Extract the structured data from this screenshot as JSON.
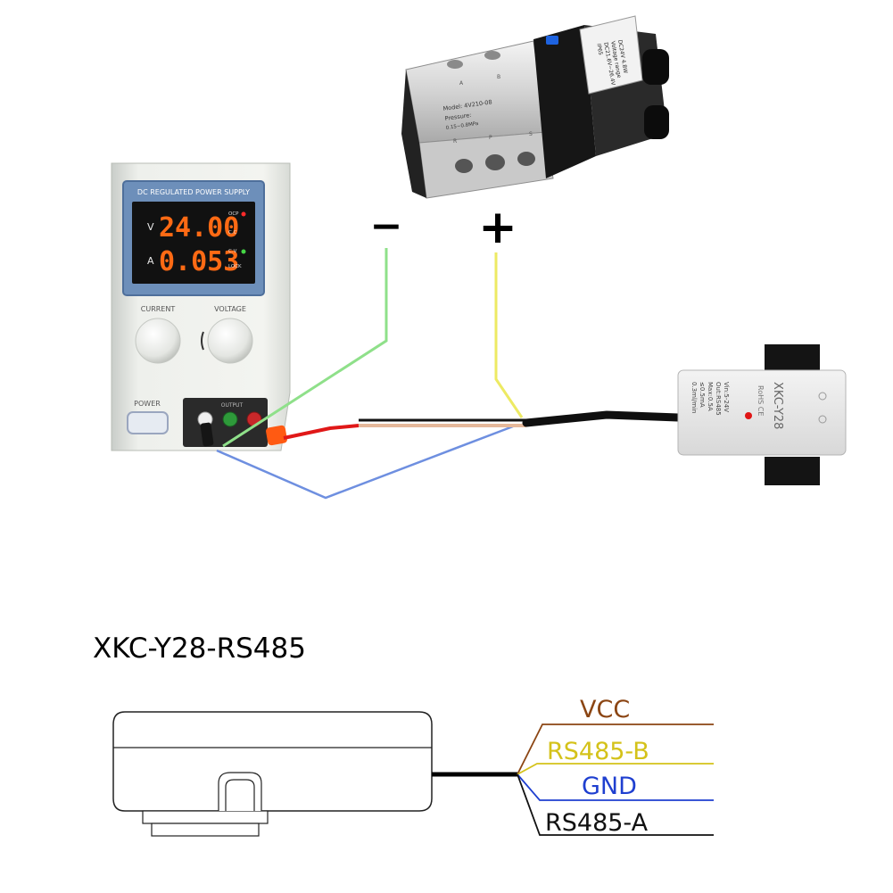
{
  "psu": {
    "header": "DC REGULATED POWER SUPPLY",
    "voltage_unit": "V",
    "voltage_reading": "24.00",
    "current_unit": "A",
    "current_reading": "0.053",
    "ind_ocp": "OCP",
    "ind_cc": "C.C",
    "ind_cv": "C.V",
    "ind_lock": "LOCK",
    "knob_current_label": "CURRENT",
    "knob_voltage_label": "VOLTAGE",
    "power_label": "POWER",
    "output_label": "OUTPUT"
  },
  "valve": {
    "model_line": "Model: 4V210-08",
    "pressure_line": "Pressure:",
    "pressure_value": "0.15~0.8MPa",
    "port_a": "A",
    "port_b": "B",
    "port_r": "R",
    "port_p": "P",
    "port_s": "S",
    "coil_line1": "DC24V 4.8W",
    "coil_line2": "Voltage range",
    "coil_line3": "DC21.6V~26.4V",
    "coil_line4": "IP65"
  },
  "polarity": {
    "negative": "−",
    "positive": "+"
  },
  "sensor": {
    "model": "XKC-Y28",
    "cert": "RoHS CE",
    "spec1": "Vin:5-24V",
    "spec2": "Out:RS485",
    "spec3": "Max:0.5A",
    "spec4": "≤0.5mA",
    "spec5": "0.3ml/min"
  },
  "diagram": {
    "title": "XKC-Y28-RS485",
    "wires": [
      {
        "label": "VCC",
        "color": "#8B4513"
      },
      {
        "label": "RS485-B",
        "color": "#D4C21A"
      },
      {
        "label": "GND",
        "color": "#1F3FD0"
      },
      {
        "label": "RS485-A",
        "color": "#111111"
      }
    ]
  },
  "colors": {
    "wire_green": "#8FE08A",
    "wire_yellow": "#EDEA63",
    "wire_blue": "#6E8FE0",
    "wire_red": "#E01818",
    "wire_peach": "#E5B89A",
    "cable_black": "#0F0F0F",
    "lcd_blue": "#5A7FB0",
    "led_orange": "#FF7A1A"
  }
}
